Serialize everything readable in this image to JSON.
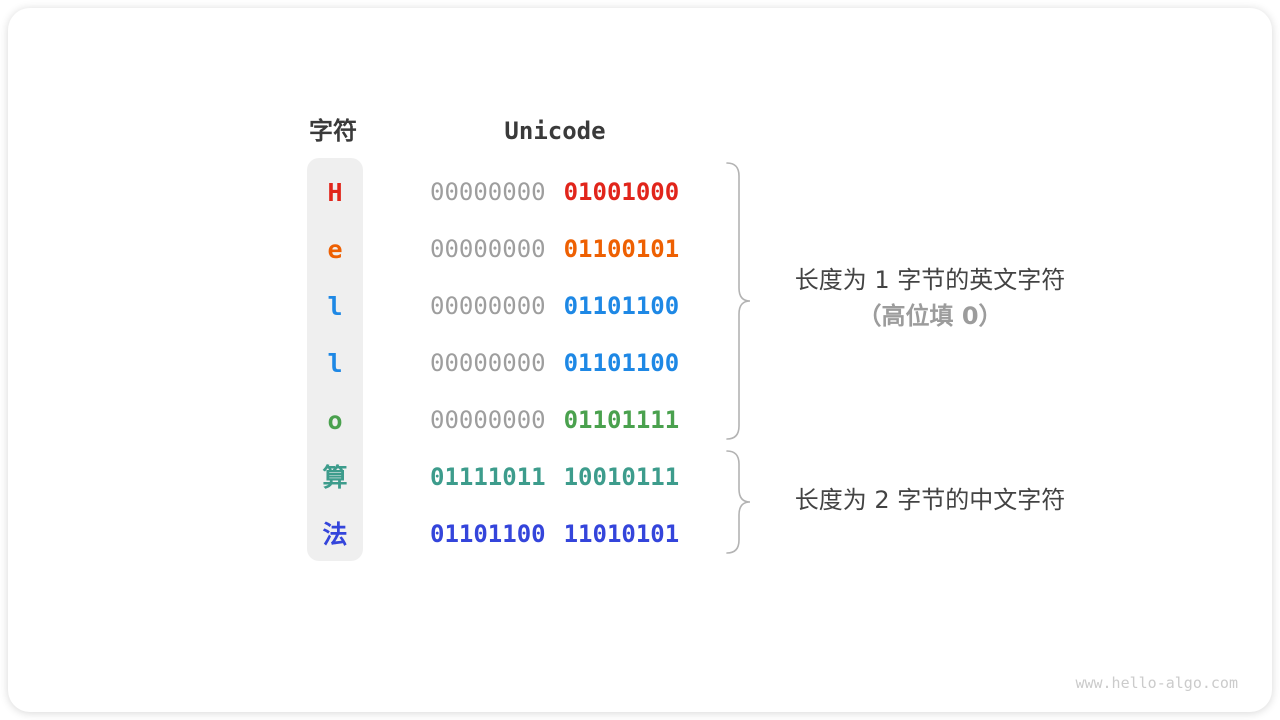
{
  "table": {
    "char_header": "字符",
    "unicode_header": "Unicode",
    "rows": [
      {
        "char": "H",
        "color": "#e1251b",
        "byte1": "00000000",
        "byte1_color": "#9e9e9e",
        "byte1_weight": "400",
        "byte2": "01001000"
      },
      {
        "char": "e",
        "color": "#ee6002",
        "byte1": "00000000",
        "byte1_color": "#9e9e9e",
        "byte1_weight": "400",
        "byte2": "01100101"
      },
      {
        "char": "l",
        "color": "#1e88e5",
        "byte1": "00000000",
        "byte1_color": "#9e9e9e",
        "byte1_weight": "400",
        "byte2": "01101100"
      },
      {
        "char": "l",
        "color": "#1e88e5",
        "byte1": "00000000",
        "byte1_color": "#9e9e9e",
        "byte1_weight": "400",
        "byte2": "01101100"
      },
      {
        "char": "o",
        "color": "#4aa14e",
        "byte1": "00000000",
        "byte1_color": "#9e9e9e",
        "byte1_weight": "400",
        "byte2": "01101111"
      },
      {
        "char": "算",
        "color": "#3d9c8c",
        "byte1": "01111011",
        "byte1_color": "#3d9c8c",
        "byte1_weight": "700",
        "byte2": "10010111"
      },
      {
        "char": "法",
        "color": "#3445db",
        "byte1": "01101100",
        "byte1_color": "#3445db",
        "byte1_weight": "700",
        "byte2": "11010101"
      }
    ]
  },
  "annotations": {
    "english_group": {
      "line1": "长度为 1 字节的英文字符",
      "line2": "（高位填 0）"
    },
    "chinese_group": {
      "line1": "长度为 2 字节的中文字符"
    }
  },
  "watermark": {
    "text": "www.hello-algo.com"
  },
  "colors": {
    "column_bg": "#efefef",
    "header_text": "#3a3a3a",
    "high_byte_gray": "#9e9e9e",
    "brace": "#b3b3b3",
    "annotation_primary": "#434343",
    "annotation_secondary": "#9c9c9c",
    "watermark": "#cbcbcb"
  }
}
